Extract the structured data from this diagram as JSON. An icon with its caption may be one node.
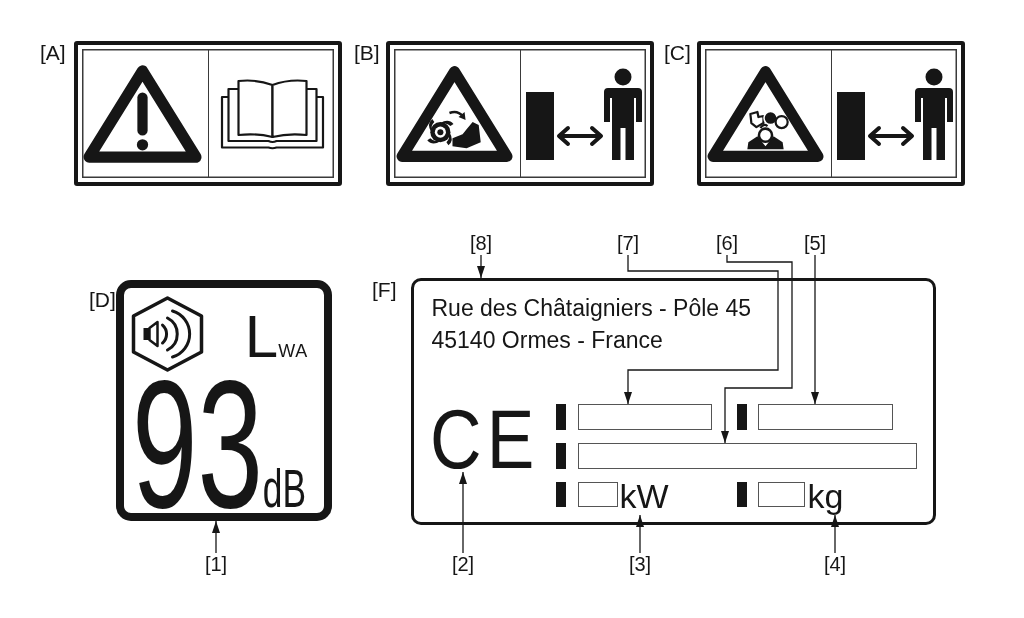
{
  "diagram": {
    "nodes": [
      {
        "text": [
          "[A]"
        ]
      },
      {
        "text": [
          "[B]"
        ]
      },
      {
        "text": [
          "[C]"
        ]
      },
      {
        "text": [
          "[8]"
        ]
      },
      {
        "text": [
          "[7]"
        ]
      },
      {
        "text": [
          "[6]"
        ]
      },
      {
        "text": [
          "[5]"
        ]
      },
      {
        "text": [
          "[D]",
          "L$_{WA}$",
          "93$_{dB}$"
        ]
      },
      {
        "text": [
          "[F]",
          "Rue des Châtaigniers - Pôle 45",
          "45140 Ormes - France"
        ]
      },
      {
        "text": [
          "CE"
        ],
        "in": 8
      },
      {
        "text": [],
        "shape": "box",
        "in": 8
      },
      {
        "text": [],
        "shape": "box",
        "in": 8
      },
      {
        "text": [],
        "shape": "box",
        "in": 8
      },
      {
        "text": [],
        "shape": "box",
        "in": 8
      },
      {
        "text": [
          "kW"
        ],
        "in": 8
      },
      {
        "text": [],
        "shape": "box",
        "in": 8
      },
      {
        "text": [
          "kg"
        ],
        "in": 8
      },
      {
        "text": [
          "[1]"
        ]
      },
      {
        "text": [
          "[2]"
        ]
      },
      {
        "text": [
          "[3]"
        ]
      },
      {
        "text": [
          "[4]"
        ]
      }
    ],
    "edges": [
      {
        "from": 17,
        "to": 7,
        "arrow": "to"
      },
      {
        "from": 18,
        "to": 9,
        "arrow": "to"
      },
      {
        "from": 19,
        "to": 14,
        "arrow": "to"
      },
      {
        "from": 20,
        "to": 16,
        "arrow": "to"
      },
      {
        "from": 6,
        "to": 11,
        "arrow": "to"
      },
      {
        "from": 5,
        "to": 12,
        "arrow": "to"
      },
      {
        "from": 4,
        "to": 10,
        "arrow": "to"
      },
      {
        "from": 3,
        "to": 8,
        "arrow": "to"
      }
    ]
  }
}
